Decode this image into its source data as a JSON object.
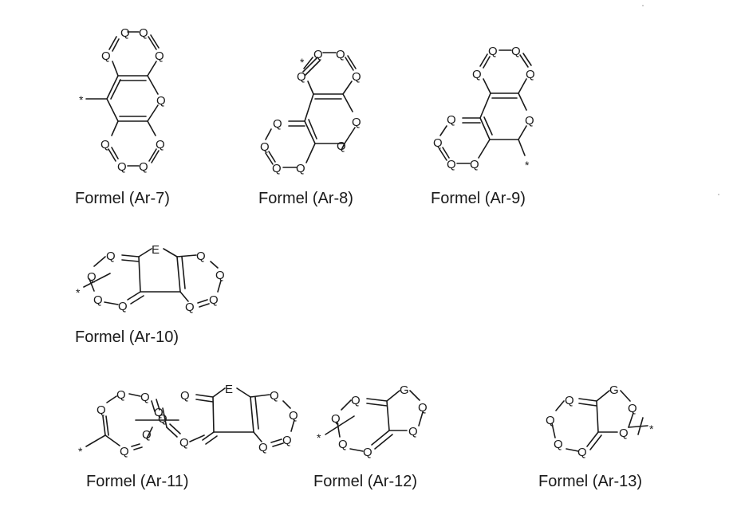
{
  "formulas": [
    {
      "caption": "Formel (Ar-7)"
    },
    {
      "caption": "Formel (Ar-8)"
    },
    {
      "caption": "Formel (Ar-9)"
    },
    {
      "caption": "Formel (Ar-10)"
    },
    {
      "caption": "Formel (Ar-11)"
    },
    {
      "caption": "Formel (Ar-12)"
    },
    {
      "caption": "Formel (Ar-13)"
    }
  ],
  "atom_symbols": {
    "ring_atom": "Q",
    "five_ring_atom": "E",
    "g_atom": "G",
    "attachment": "*"
  },
  "colors": {
    "ink": "#1a1a1a",
    "background": "#ffffff"
  }
}
